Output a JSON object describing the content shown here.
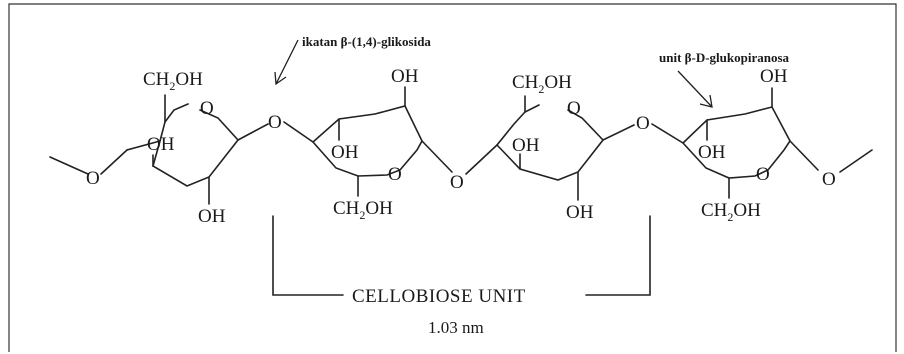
{
  "annotations": {
    "glycosidic_bond": "ikatan β-(1,4)-glikosida",
    "glucopyranose_unit": "unit β-D-glukopiranosa"
  },
  "labels": {
    "hydroxyl": "OH",
    "ring_oxygen": "O",
    "bridge_oxygen": "O",
    "ch2oh_prefix": "CH",
    "ch2oh_subscript": "2",
    "ch2oh_suffix": "OH"
  },
  "caption": {
    "unit_name": "CELLOBIOSE UNIT",
    "length": "1.03 nm"
  },
  "colors": {
    "ink": "#1a1a1a",
    "background": "#ffffff"
  }
}
